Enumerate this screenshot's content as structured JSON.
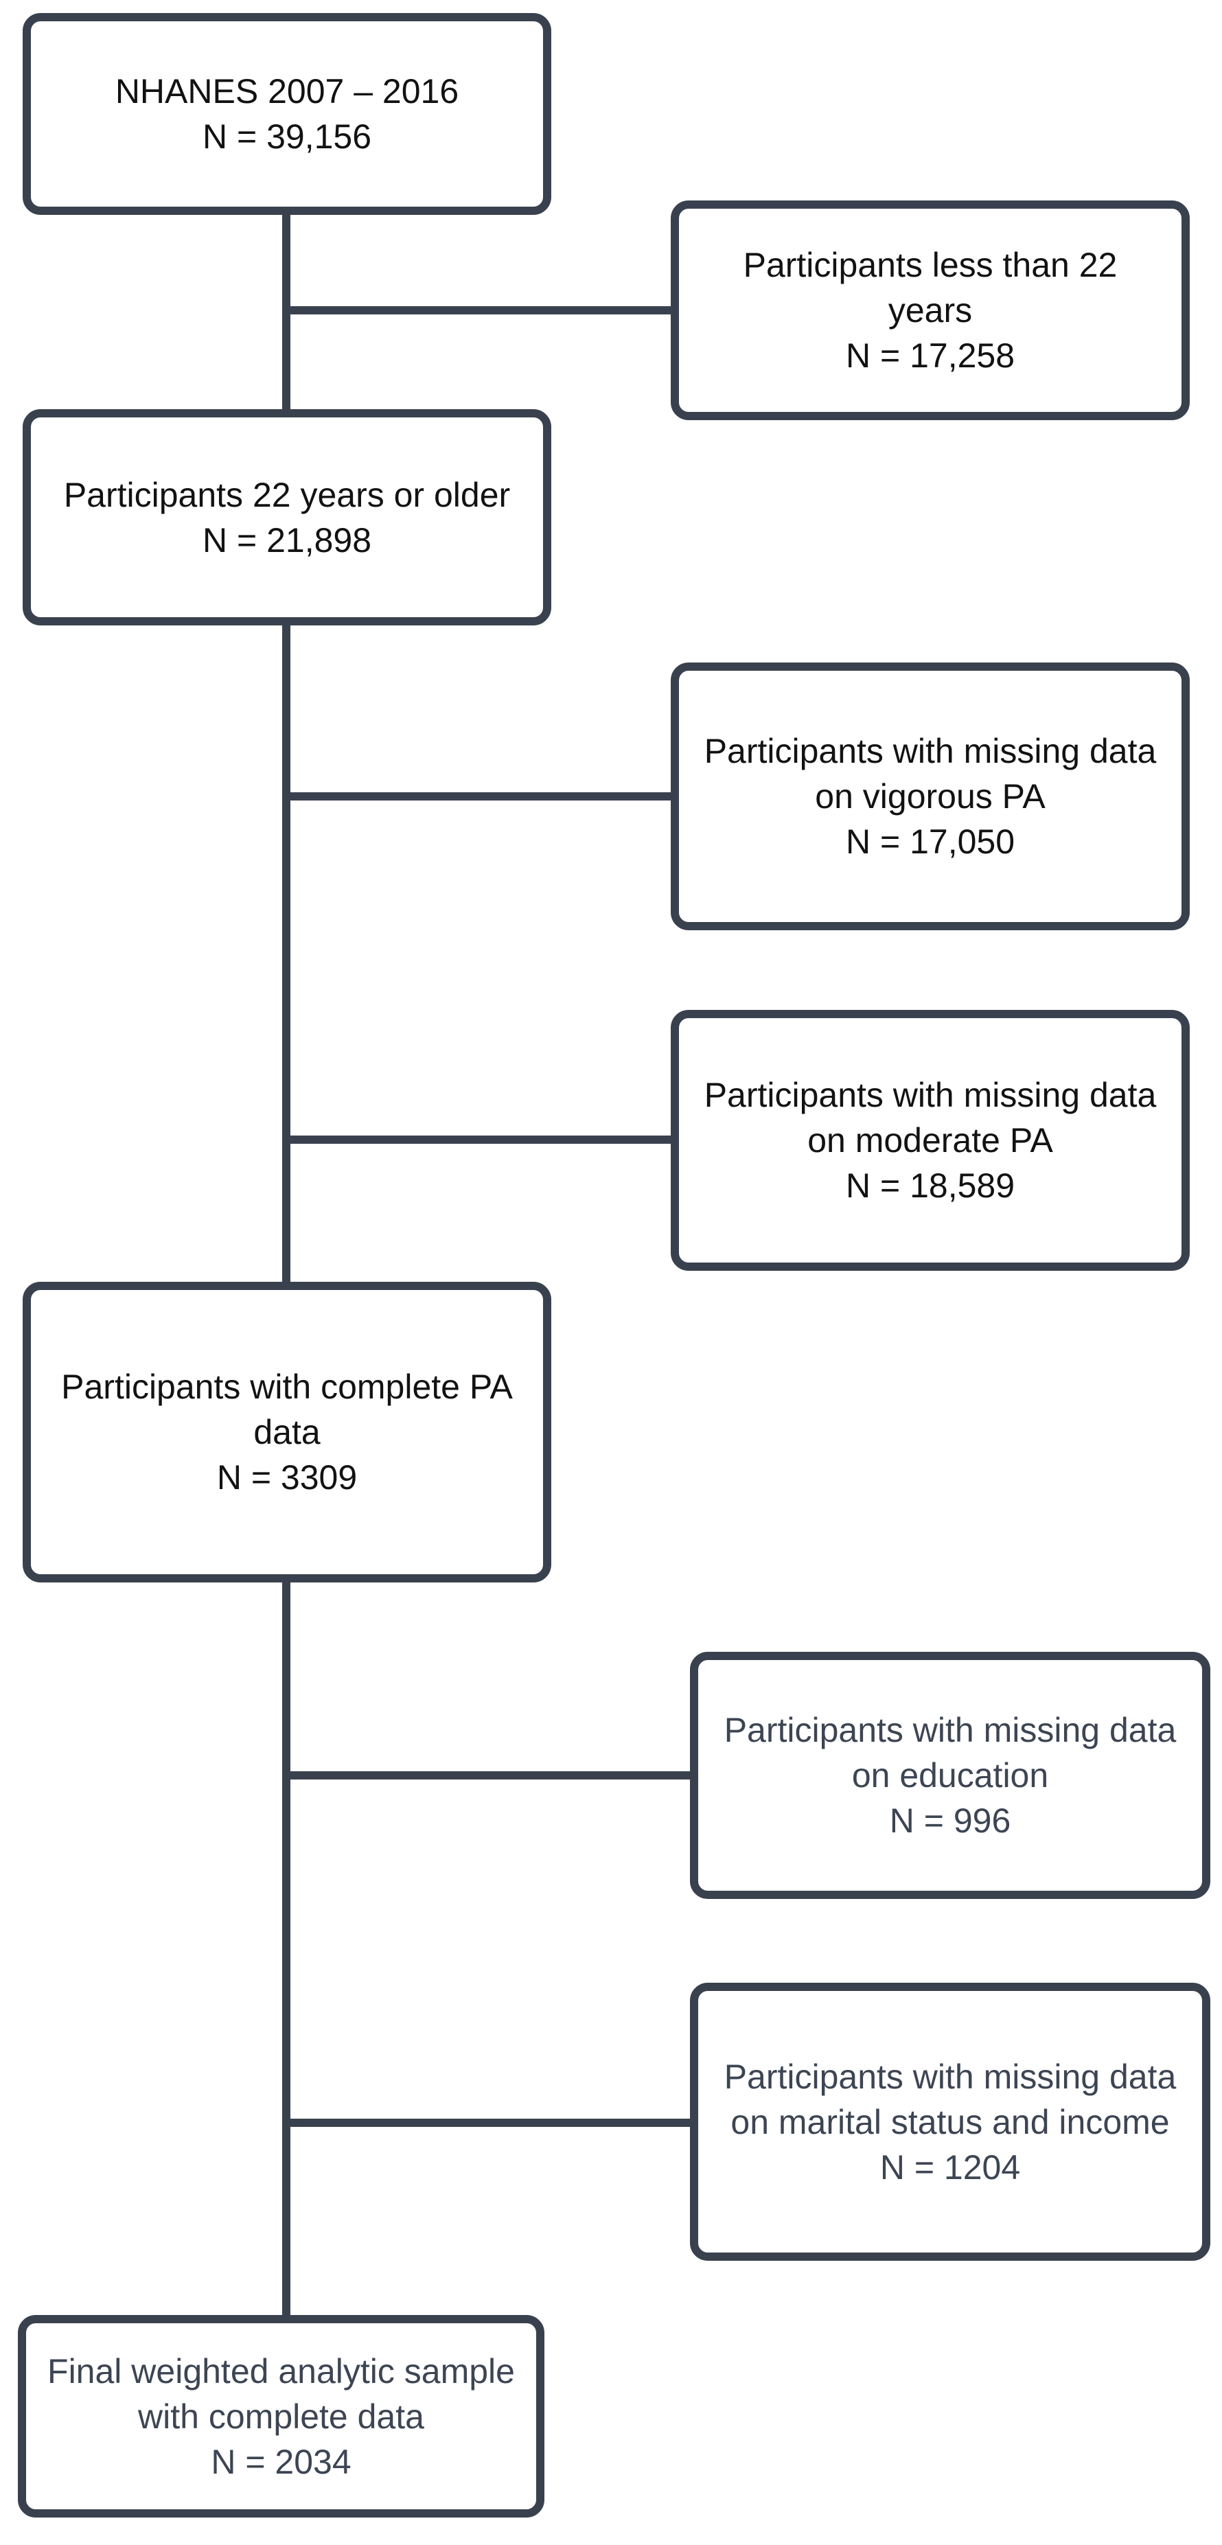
{
  "diagram": {
    "type": "participant-flow-chart",
    "colors": {
      "line": "#3a414e",
      "box_background": "#ffffff",
      "text_primary": "#121212",
      "text_secondary": "#3d4553"
    },
    "nodes": {
      "nhanes": {
        "lines": [
          "NHANES 2007 – 2016",
          "N = 39,156"
        ]
      },
      "less22": {
        "lines": [
          "Participants less than 22",
          "years",
          "N = 17,258"
        ]
      },
      "age22older": {
        "lines": [
          "Participants 22 years or older",
          "N = 21,898"
        ]
      },
      "missing_vigorous": {
        "lines": [
          "Participants with missing data",
          "on vigorous PA",
          "N = 17,050"
        ]
      },
      "missing_moderate": {
        "lines": [
          "Participants with missing data",
          "on moderate PA",
          "N = 18,589"
        ]
      },
      "complete_pa": {
        "lines": [
          "Participants with complete PA",
          "data",
          "N = 3309"
        ]
      },
      "missing_education": {
        "lines": [
          "Participants with missing data",
          "on education",
          "N = 996"
        ]
      },
      "missing_marital": {
        "lines": [
          "Participants with missing data",
          "on marital status and income",
          "N = 1204"
        ]
      },
      "final_sample": {
        "lines": [
          "Final weighted analytic sample",
          "with complete data",
          "N = 2034"
        ]
      }
    }
  }
}
